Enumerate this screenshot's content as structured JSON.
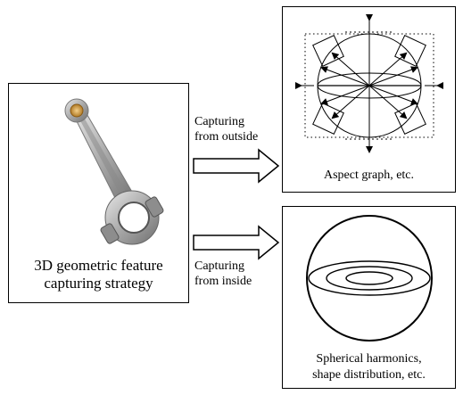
{
  "left_panel": {
    "caption_line1": "3D geometric feature",
    "caption_line2": "capturing strategy",
    "image_icon": "connecting-rod-image"
  },
  "outside_arrow": {
    "label_line1": "Capturing",
    "label_line2": "from outside"
  },
  "inside_arrow": {
    "label_line1": "Capturing",
    "label_line2": "from inside"
  },
  "top_right_panel": {
    "caption": "Aspect graph, etc.",
    "figure_icon": "aspect-graph-figure"
  },
  "bottom_right_panel": {
    "caption_line1": "Spherical harmonics,",
    "caption_line2": "shape distribution, etc.",
    "figure_icon": "sphere-figure"
  }
}
